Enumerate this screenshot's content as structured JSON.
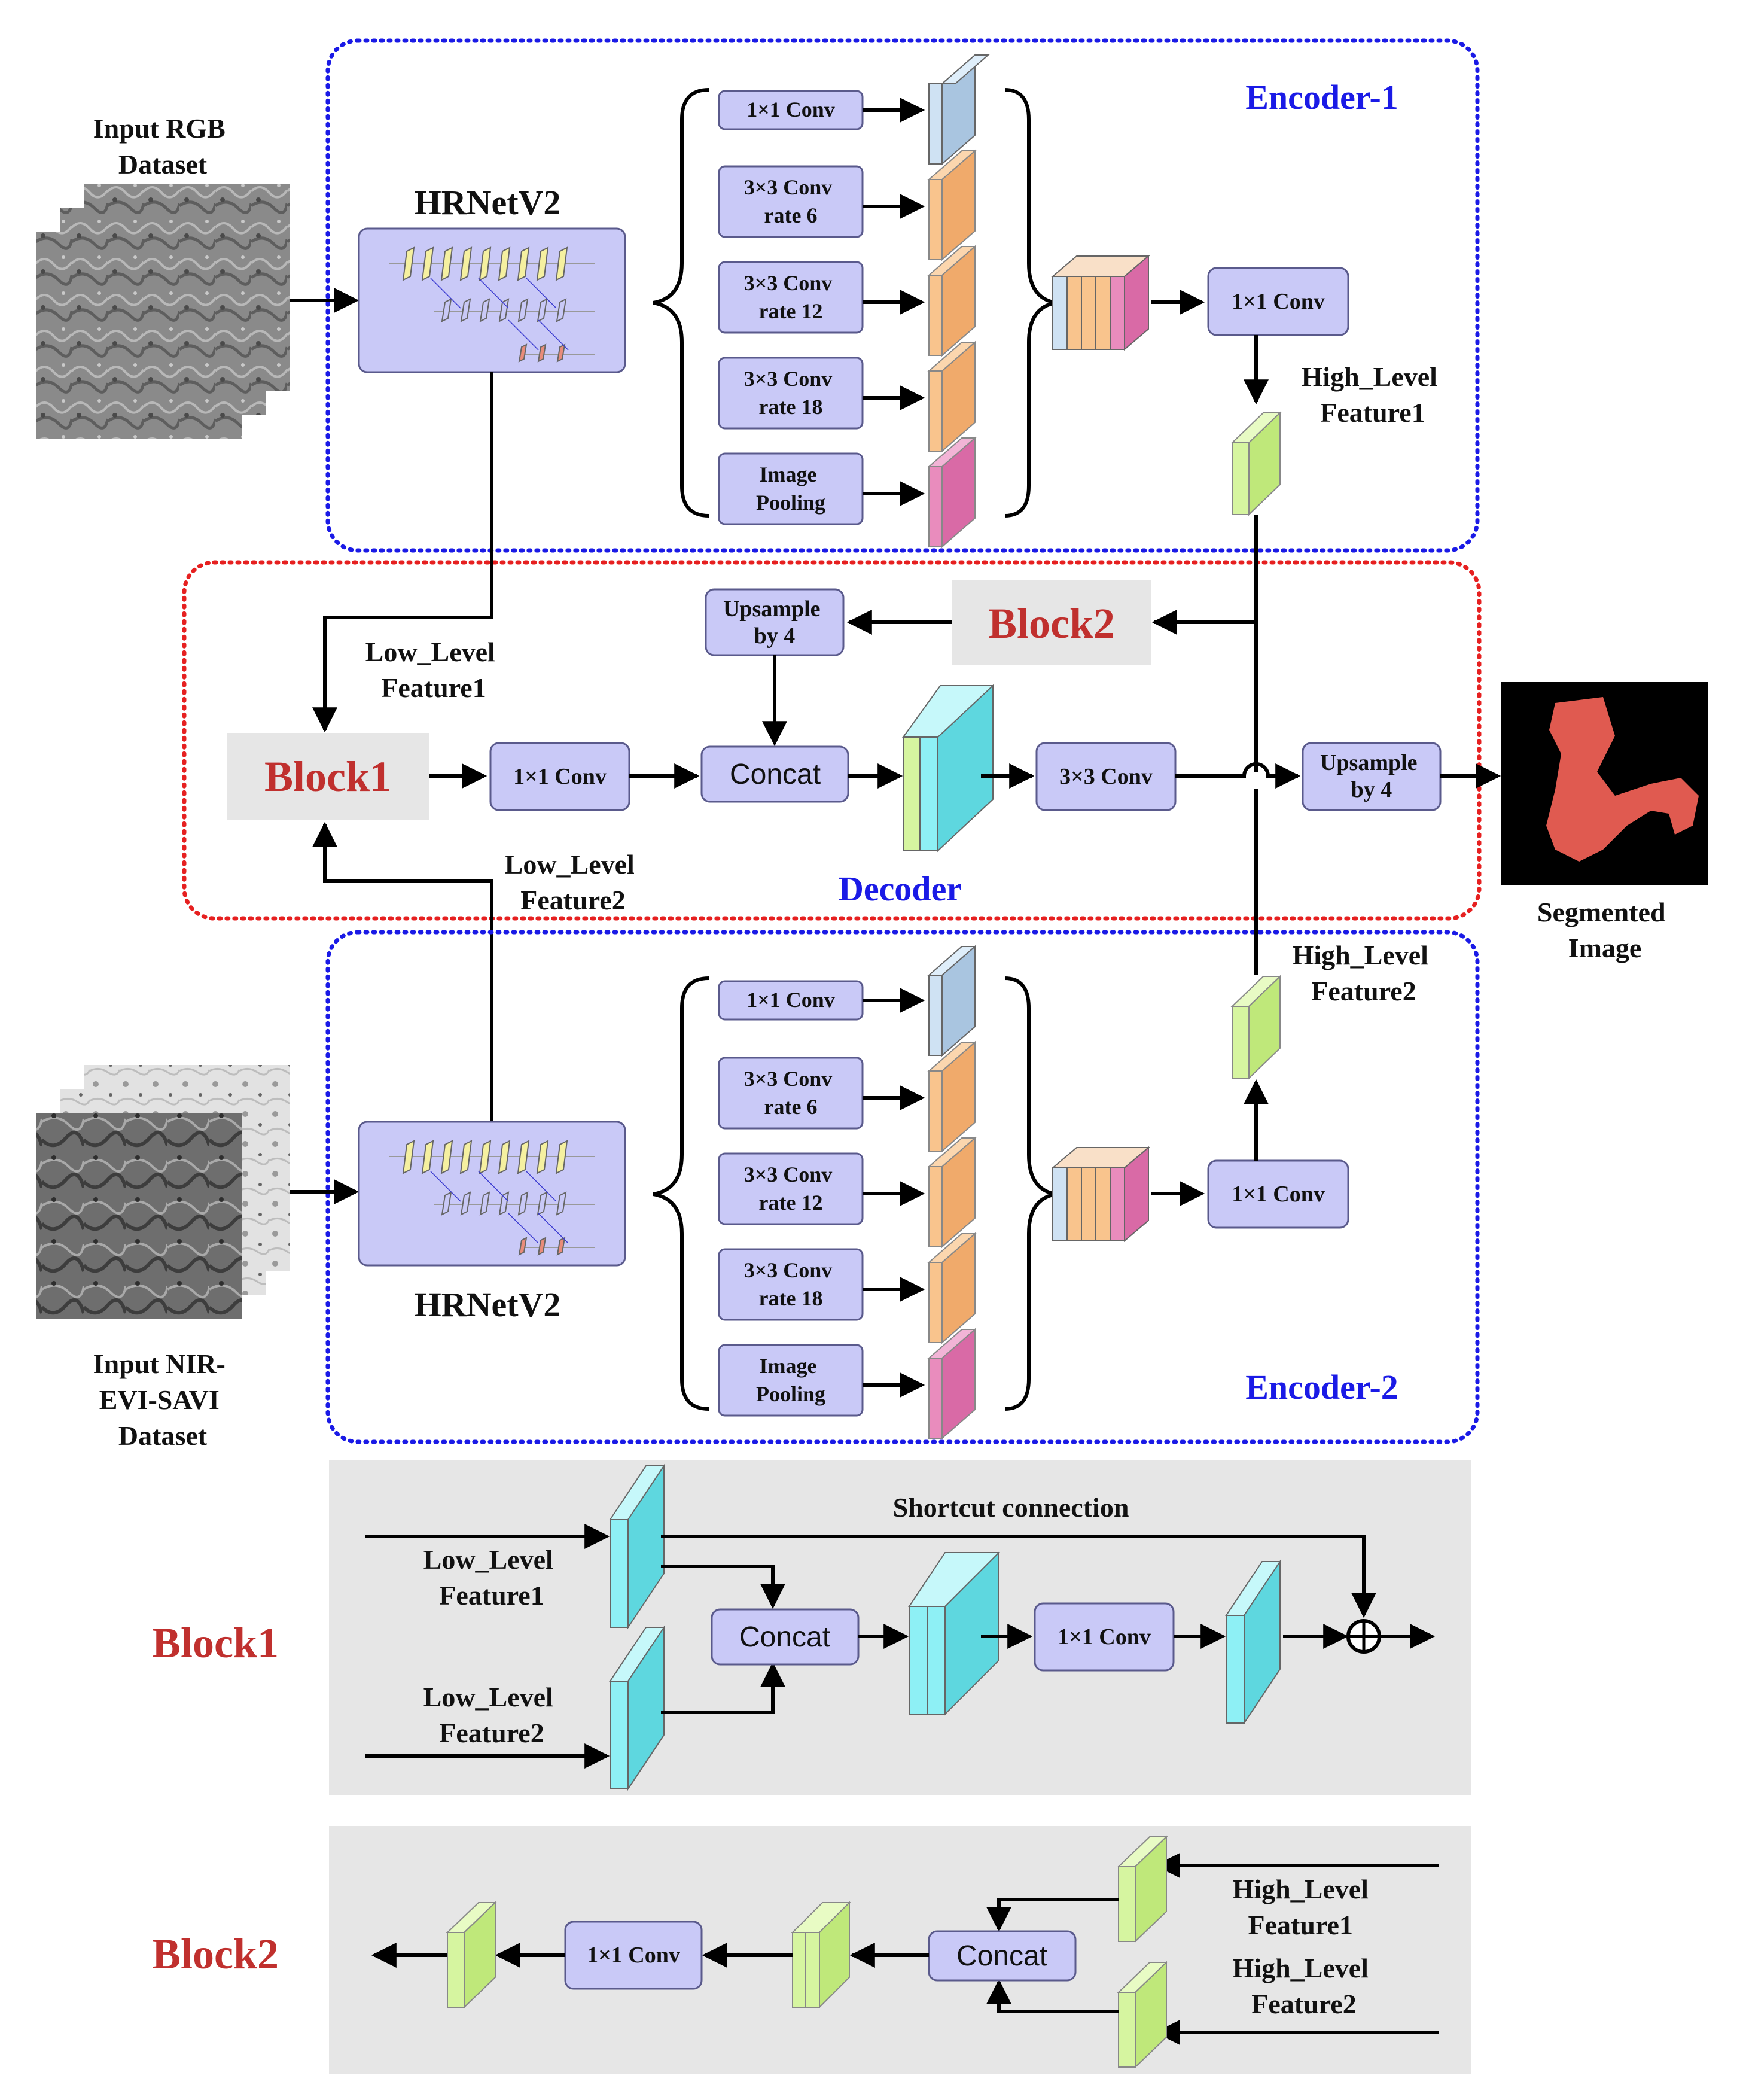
{
  "colors": {
    "box_fill": "#c9c9f7",
    "box_stroke": "#5a5a8c",
    "encoder_border": "#1a1ae6",
    "decoder_border": "#e62020",
    "block_panel": "#e6e6e6",
    "block_title": "#c0302e",
    "blue_title": "#1a1ae6",
    "feature_light_blue": "#cfe2f3",
    "feature_orange": "#f9c48d",
    "feature_pink": "#e98cbd",
    "feature_green": "#d6f5a0",
    "feature_cyan": "#8ef0f5",
    "segment_red": "#e05a50"
  },
  "inputs": {
    "rgb_label": [
      "Input RGB",
      "Dataset"
    ],
    "nir_label": [
      "Input NIR-",
      "EVI-SAVI",
      "Dataset"
    ]
  },
  "encoder1": {
    "title": "Encoder-1",
    "backbone": "HRNetV2",
    "aspp": [
      [
        "1×1 Conv"
      ],
      [
        "3×3 Conv",
        "rate 6"
      ],
      [
        "3×3 Conv",
        "rate 12"
      ],
      [
        "3×3 Conv",
        "rate 18"
      ],
      [
        "Image",
        "Pooling"
      ]
    ],
    "conv": "1×1 Conv",
    "output_label": [
      "High_Level",
      "Feature1"
    ]
  },
  "encoder2": {
    "title": "Encoder-2",
    "backbone": "HRNetV2",
    "aspp": [
      [
        "1×1 Conv"
      ],
      [
        "3×3 Conv",
        "rate 6"
      ],
      [
        "3×3 Conv",
        "rate 12"
      ],
      [
        "3×3 Conv",
        "rate 18"
      ],
      [
        "Image",
        "Pooling"
      ]
    ],
    "conv": "1×1 Conv",
    "output_label": [
      "High_Level",
      "Feature2"
    ]
  },
  "decoder": {
    "title": "Decoder",
    "block1": "Block1",
    "block2": "Block2",
    "upsample_top": [
      "Upsample",
      "by 4"
    ],
    "conv1": "1×1 Conv",
    "concat": "Concat",
    "conv3": "3×3 Conv",
    "upsample_out": [
      "Upsample",
      "by 4"
    ],
    "low1": [
      "Low_Level",
      "Feature1"
    ],
    "low2": [
      "Low_Level",
      "Feature2"
    ]
  },
  "output": {
    "label": [
      "Segmented",
      "Image"
    ]
  },
  "block1_detail": {
    "title": "Block1",
    "shortcut": "Shortcut  connection",
    "in1": [
      "Low_Level",
      "Feature1"
    ],
    "in2": [
      "Low_Level",
      "Feature2"
    ],
    "concat": "Concat",
    "conv": "1×1 Conv"
  },
  "block2_detail": {
    "title": "Block2",
    "in1": [
      "High_Level",
      "Feature1"
    ],
    "in2": [
      "High_Level",
      "Feature2"
    ],
    "concat": "Concat",
    "conv": "1×1 Conv"
  }
}
